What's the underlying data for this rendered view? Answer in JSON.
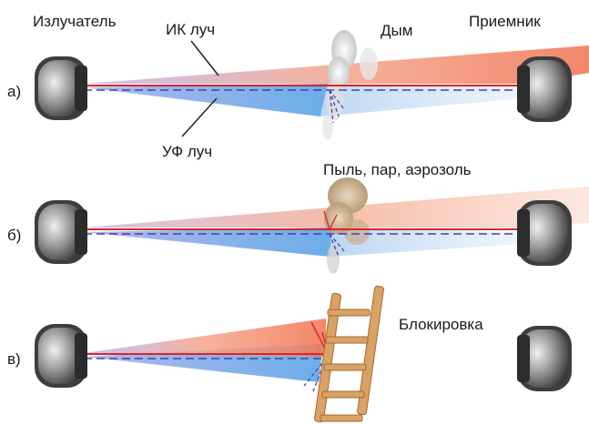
{
  "labels": {
    "emitter": "Излучатель",
    "ir_beam": "ИК луч",
    "smoke": "Дым",
    "receiver": "Приемник",
    "uv_beam": "УФ луч",
    "dust": "Пыль, пар, аэрозоль",
    "blocking": "Блокировка"
  },
  "rows": [
    {
      "marker": "а)"
    },
    {
      "marker": "б)"
    },
    {
      "marker": "в)"
    }
  ],
  "colors": {
    "ir": "#f08c6e",
    "uv": "#6f9fe0",
    "ir_line": "#d8262a",
    "uv_line": "#4d3fa8",
    "device": "#4a4a4a",
    "ladder": "#d9a267"
  }
}
